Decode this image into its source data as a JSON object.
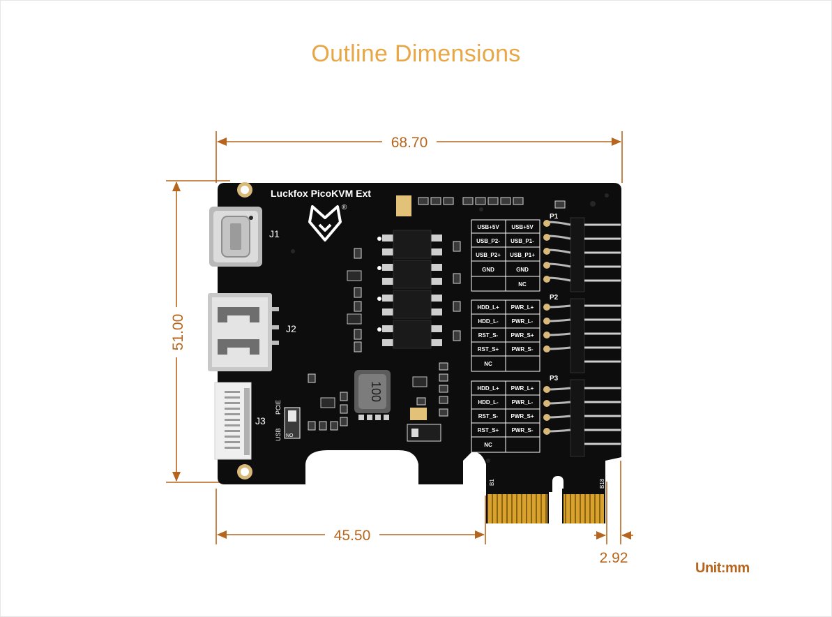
{
  "title": "Outline Dimensions",
  "unit_label": "Unit:mm",
  "colors": {
    "title": "#e8a746",
    "dimension": "#b5651d",
    "board": "#0d0d0d",
    "gold": "#d8a22d"
  },
  "dimensions": {
    "width": "68.70",
    "height": "51.00",
    "pcie_offset": "45.50",
    "edge_thickness": "2.92"
  },
  "board": {
    "name": "Luckfox PicoKVM Ext",
    "registered": "®",
    "connectors": {
      "j1": "J1",
      "j2": "J2",
      "j3": "J3"
    },
    "inductor": "100",
    "switch": {
      "pcie": "PCIE",
      "usb": "USB",
      "no": "NO"
    },
    "edge_labels": {
      "b1": "B1",
      "b18": "B18"
    },
    "headers": {
      "p1": {
        "label": "P1",
        "rows": [
          [
            "USB+5V",
            "USB+5V"
          ],
          [
            "USB_P2-",
            "USB_P1-"
          ],
          [
            "USB_P2+",
            "USB_P1+"
          ],
          [
            "GND",
            "GND"
          ],
          [
            "",
            "NC"
          ]
        ]
      },
      "p2": {
        "label": "P2",
        "rows": [
          [
            "HDD_L+",
            "PWR_L+"
          ],
          [
            "HDD_L-",
            "PWR_L-"
          ],
          [
            "RST_S-",
            "PWR_S+"
          ],
          [
            "RST_S+",
            "PWR_S-"
          ],
          [
            "NC",
            ""
          ]
        ]
      },
      "p3": {
        "label": "P3",
        "rows": [
          [
            "HDD_L+",
            "PWR_L+"
          ],
          [
            "HDD_L-",
            "PWR_L-"
          ],
          [
            "RST_S-",
            "PWR_S+"
          ],
          [
            "RST_S+",
            "PWR_S-"
          ],
          [
            "NC",
            ""
          ]
        ]
      }
    }
  }
}
